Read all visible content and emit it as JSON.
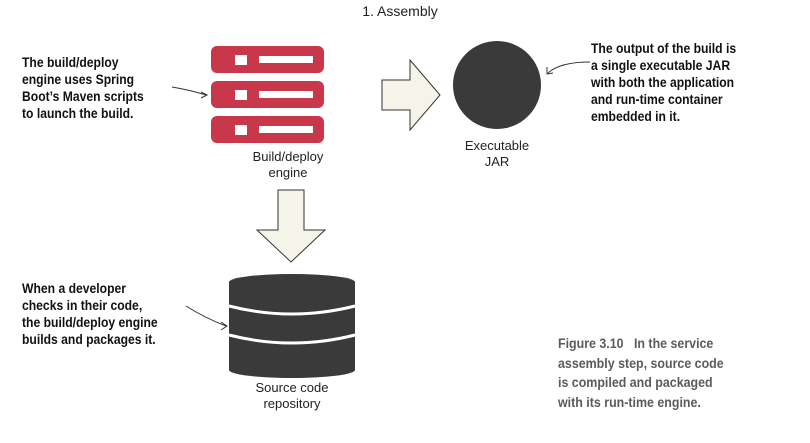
{
  "title": "1. Assembly",
  "nodes": {
    "build_engine": {
      "label": [
        "Build/deploy",
        "engine"
      ],
      "color": "#c8374a"
    },
    "executable_jar": {
      "label": [
        "Executable",
        "JAR"
      ],
      "color": "#3a3a3a"
    },
    "source_repo": {
      "label": [
        "Source code",
        "repository"
      ],
      "color": "#3a3a3a"
    }
  },
  "annotations": {
    "build_engine_note": [
      "The build/deploy",
      "engine uses Spring",
      "Boot’s Maven scripts",
      "to launch the build."
    ],
    "jar_note": [
      "The output of the build is",
      "a single executable JAR",
      "with both the application",
      "and run-time container",
      "embedded in it."
    ],
    "developer_note": [
      "When a developer",
      "checks in their code,",
      "the build/deploy engine",
      "builds and packages it."
    ]
  },
  "caption": {
    "figure_number": "Figure 3.10",
    "text_first": "In the service",
    "lines": [
      "assembly step, source code",
      "is compiled and packaged",
      "with its run-time engine."
    ]
  }
}
